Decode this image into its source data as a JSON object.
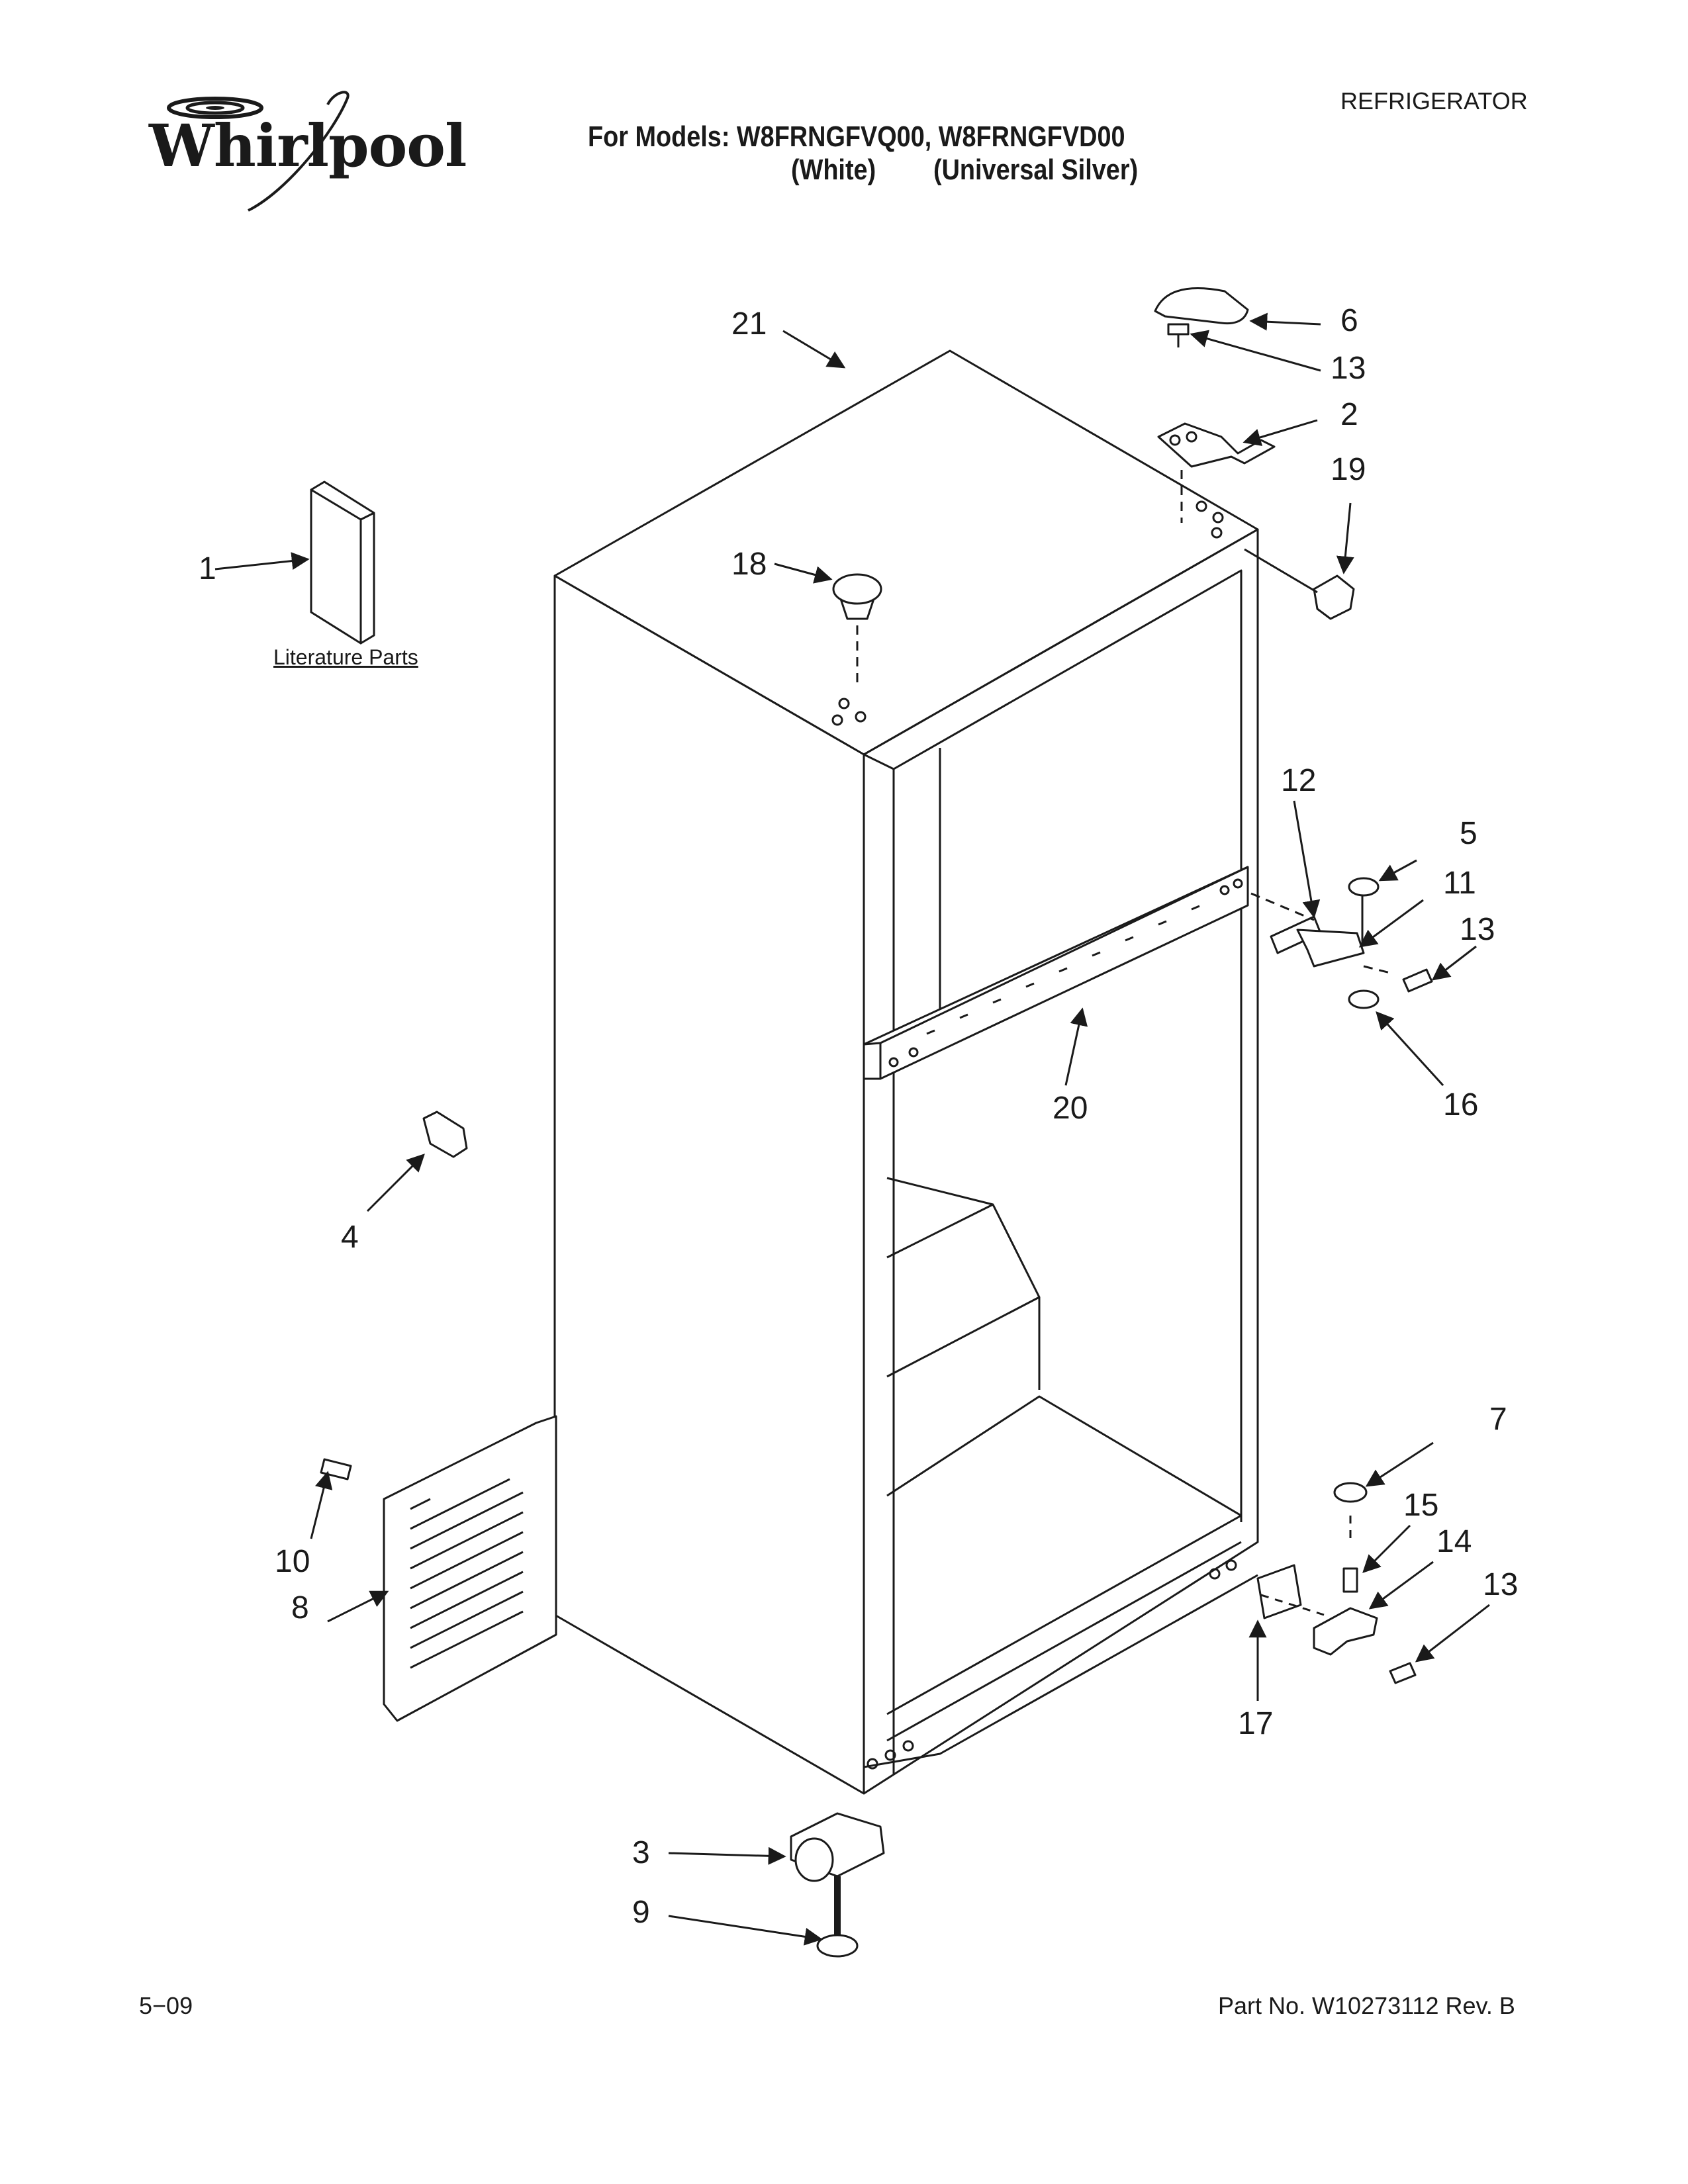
{
  "header": {
    "brand": "Whirlpool",
    "category": "REFRIGERATOR",
    "models_line": "For Models: W8FRNGFVQ00, W8FRNGFVD00",
    "variant_white": "(White)",
    "variant_silver": "(Universal Silver)"
  },
  "literature_label": "Literature Parts",
  "callouts": {
    "c1": "1",
    "c2": "2",
    "c3": "3",
    "c4": "4",
    "c5": "5",
    "c6": "6",
    "c7": "7",
    "c8": "8",
    "c9": "9",
    "c10": "10",
    "c11": "11",
    "c12": "12",
    "c13a": "13",
    "c13b": "13",
    "c13c": "13",
    "c14": "14",
    "c15": "15",
    "c16": "16",
    "c17": "17",
    "c18": "18",
    "c19": "19",
    "c20": "20",
    "c21": "21"
  },
  "footer": {
    "date": "5−09",
    "part_no": "Part No. W10273112 Rev. B"
  }
}
